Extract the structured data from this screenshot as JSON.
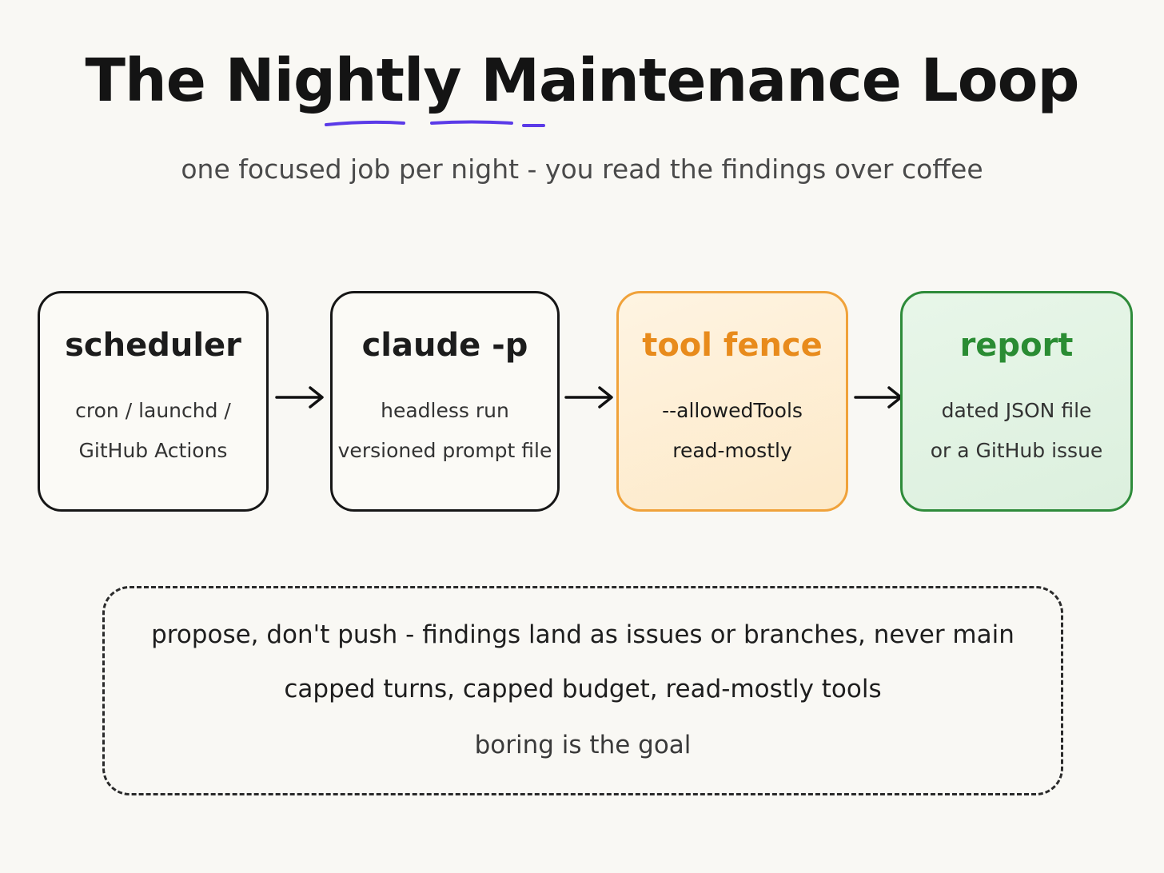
{
  "title": "The Nightly Maintenance Loop",
  "subtitle": "one focused job per night - you read the findings over coffee",
  "colors": {
    "underline": "#5b3be8",
    "fence_accent": "#e88b1c",
    "report_accent": "#2a8c33"
  },
  "steps": [
    {
      "title": "scheduler",
      "line1": "cron / launchd /",
      "line2": "GitHub Actions"
    },
    {
      "title": "claude -p",
      "line1": "headless run",
      "line2": "versioned prompt file"
    },
    {
      "title": "tool fence",
      "line1": "--allowedTools",
      "line2": "read-mostly"
    },
    {
      "title": "report",
      "line1": "dated JSON file",
      "line2": "or a GitHub issue"
    }
  ],
  "principles": [
    "propose, don't push - findings land as issues or branches, never main",
    "capped turns, capped budget, read-mostly tools",
    "boring is the goal"
  ]
}
